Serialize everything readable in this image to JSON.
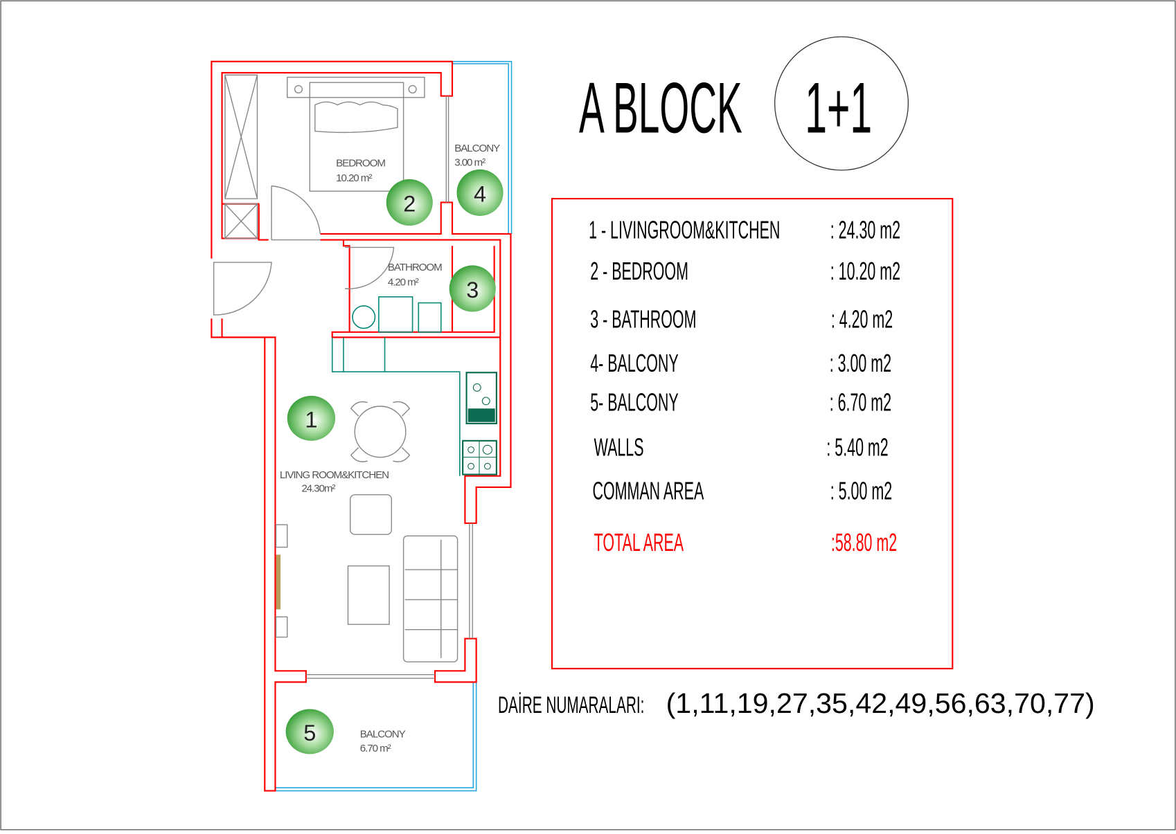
{
  "title": {
    "block": "A BLOCK",
    "type": "1+1"
  },
  "rooms": [
    {
      "number": "1",
      "name": "LIVING ROOM&KITCHEN",
      "area": "24.30m²"
    },
    {
      "number": "2",
      "name": "BEDROOM",
      "area": "10.20 m²"
    },
    {
      "number": "3",
      "name": "BATHROOM",
      "area": "4.20 m²"
    },
    {
      "number": "4",
      "name": "BALCONY",
      "area": "3.00 m²"
    },
    {
      "number": "5",
      "name": "BALCONY",
      "area": "6.70 m²"
    }
  ],
  "area_table": [
    {
      "label": "1 - LIVINGROOM&KITCHEN",
      "value": ": 24.30 m2"
    },
    {
      "label": "2 - BEDROOM",
      "value": ": 10.20 m2"
    },
    {
      "label": "3 - BATHROOM",
      "value": ": 4.20 m2"
    },
    {
      "label": "4- BALCONY",
      "value": ":  3.00 m2"
    },
    {
      "label": "5- BALCONY",
      "value": ":  6.70 m2"
    },
    {
      "label": "WALLS",
      "value": ":   5.40 m2"
    },
    {
      "label": "COMMAN AREA",
      "value": ": 5.00 m2"
    }
  ],
  "total": {
    "label": "TOTAL AREA",
    "value": ":58.80 m2",
    "color": "#ff0000"
  },
  "apartment_numbers": {
    "label": "DAİRE NUMARALARI:",
    "values": "(1,11,19,27,35,42,49,56,63,70,77)"
  },
  "colors": {
    "wall": "#ff0000",
    "glass": "#2aa7e0",
    "fixture": "#0b8a7a",
    "badge": "#3fae3f"
  }
}
